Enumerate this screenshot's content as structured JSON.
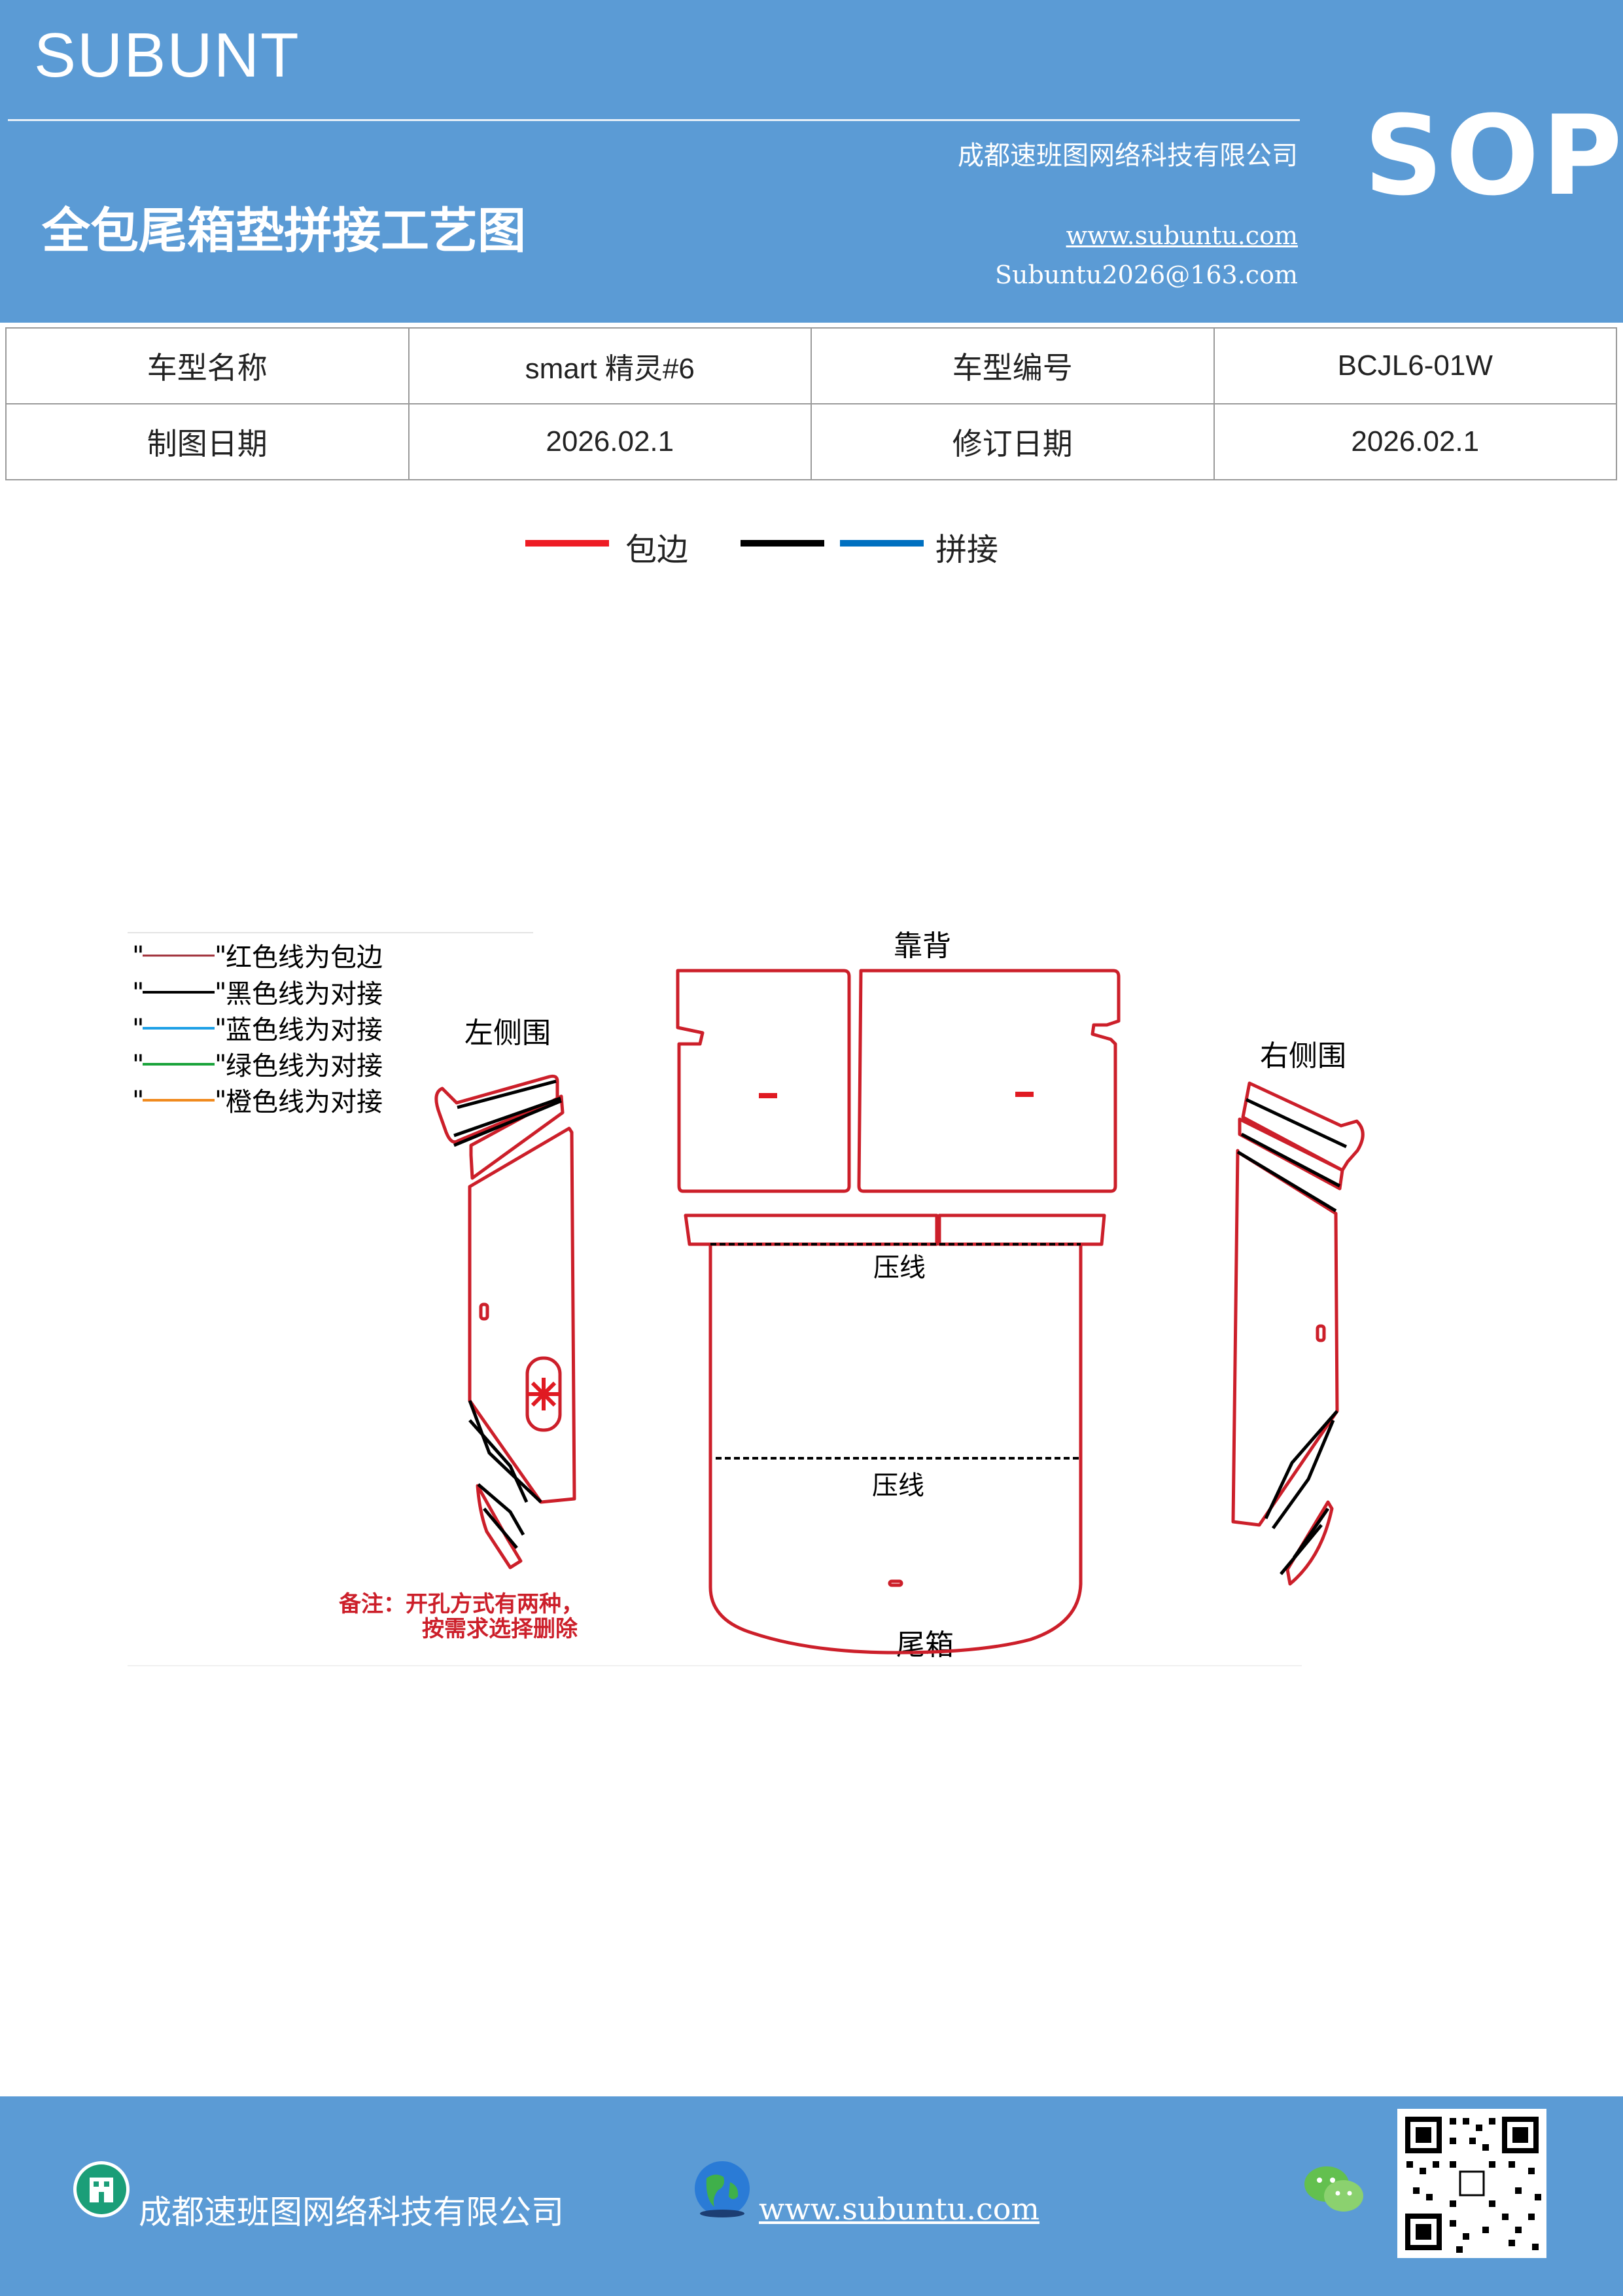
{
  "header": {
    "brand": "SUBUNT",
    "company": "成都速班图网络科技有限公司",
    "title": "全包尾箱垫拼接工艺图",
    "website": "www.subuntu.com",
    "email": "Subuntu2026@163.com",
    "badge": "SOP",
    "bg_color": "#5b9bd5"
  },
  "info_table": {
    "rows": [
      {
        "label1": "车型名称",
        "value1": "smart 精灵#6",
        "label2": "车型编号",
        "value2": "BCJL6-01W"
      },
      {
        "label1": "制图日期",
        "value1": "2026.02.1",
        "label2": "修订日期",
        "value2": "2026.02.1"
      }
    ]
  },
  "top_legend": {
    "items": [
      {
        "color": "#ee1c24",
        "label": "包边"
      },
      {
        "color": "#000000",
        "label": ""
      },
      {
        "color": "#0070c0",
        "label": "拼接"
      }
    ]
  },
  "diagram": {
    "legend": [
      {
        "quote_open": "\"",
        "quote_close": "\"",
        "text": "红色线为包边",
        "color": "#a0303a"
      },
      {
        "quote_open": "\"",
        "quote_close": "\"",
        "text": "黑色线为对接",
        "color": "#000000"
      },
      {
        "quote_open": "\"",
        "quote_close": "\"",
        "text": "蓝色线为对接",
        "color": "#1ea0e6"
      },
      {
        "quote_open": "\"",
        "quote_close": "\"",
        "text": "绿色线为对接",
        "color": "#1aa33b"
      },
      {
        "quote_open": "\"",
        "quote_close": "\"",
        "text": "橙色线为对接",
        "color": "#f08a1e"
      }
    ],
    "labels": {
      "backrest": "靠背",
      "left_side": "左侧围",
      "right_side": "右侧围",
      "press_line_1": "压线",
      "press_line_2": "压线",
      "trunk": "尾箱",
      "note_line1": "备注：开孔方式有两种，",
      "note_line2": "按需求选择删除"
    },
    "edge_color": "#cc1f2a",
    "joint_color": "#000000"
  },
  "footer": {
    "company": "成都速班图网络科技有限公司",
    "website": "www.subuntu.com ",
    "building_icon": "building-icon",
    "globe_icon": "globe-icon",
    "wechat_icon": "wechat-icon",
    "qr_icon": "qr-code-icon"
  }
}
